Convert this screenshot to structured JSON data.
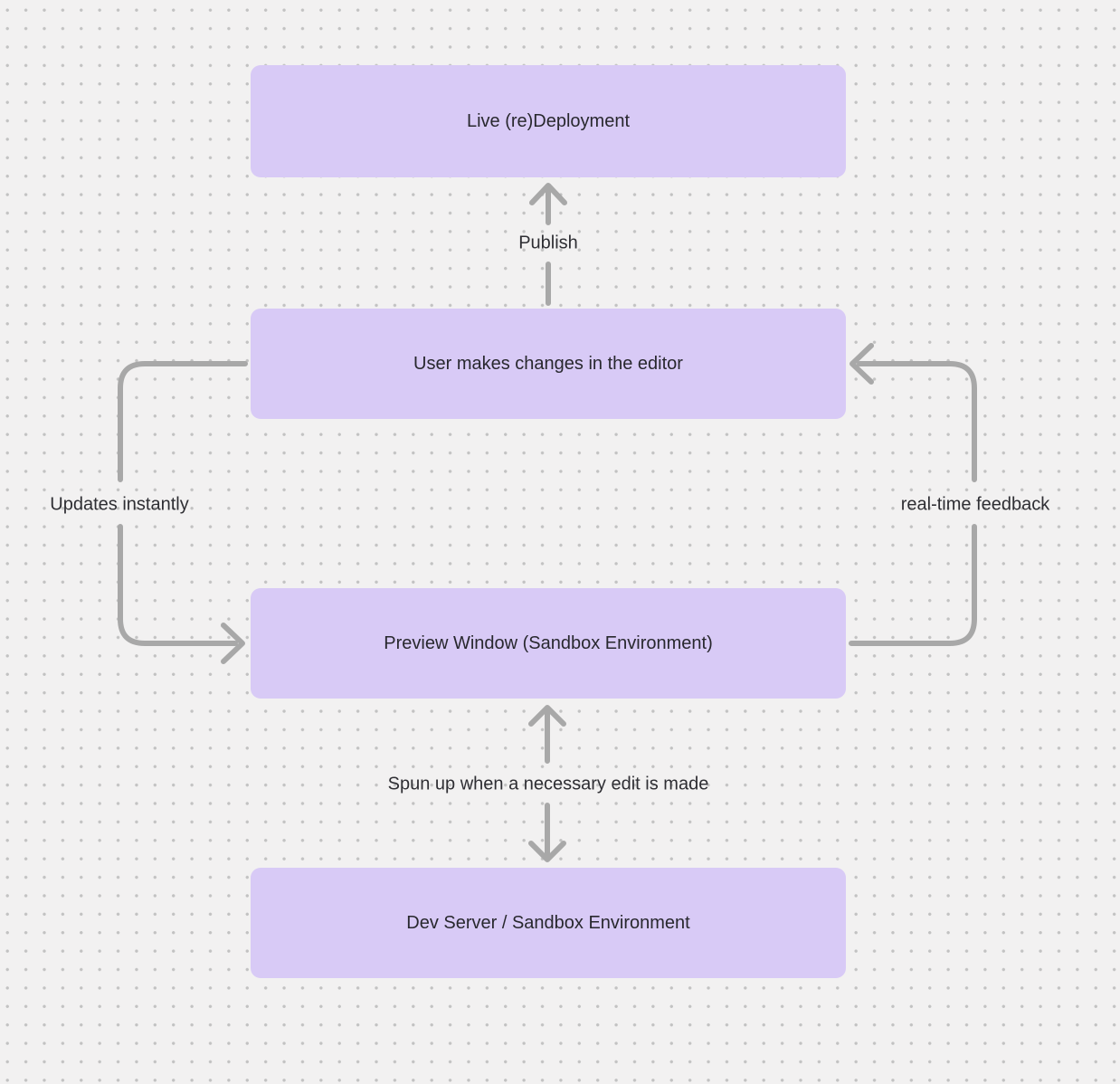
{
  "diagram": {
    "colors": {
      "canvas_background": "#f2f1f1",
      "grid_dot": "#c2c2c2",
      "node_fill": "#d8caf6",
      "node_text": "#28282e",
      "arrow_stroke": "#a8a8a8",
      "edge_label_text": "#2e2e33"
    },
    "nodes": [
      {
        "id": "live-redeployment",
        "label": "Live (re)Deployment"
      },
      {
        "id": "user-editor",
        "label": "User makes changes in the editor"
      },
      {
        "id": "preview-window",
        "label": "Preview Window (Sandbox Environment)"
      },
      {
        "id": "dev-server",
        "label": "Dev Server / Sandbox Environment"
      }
    ],
    "edges": [
      {
        "id": "publish",
        "label": "Publish",
        "from": "user-editor",
        "to": "live-redeployment",
        "direction": "up"
      },
      {
        "id": "updates-instantly",
        "label": "Updates instantly",
        "from": "user-editor",
        "to": "preview-window",
        "direction": "left-loop"
      },
      {
        "id": "real-time-feedback",
        "label": "real-time feedback",
        "from": "preview-window",
        "to": "user-editor",
        "direction": "right-loop"
      },
      {
        "id": "spun-up",
        "label": "Spun up when a necessary edit is made",
        "from": "preview-window",
        "to": "dev-server",
        "direction": "both"
      }
    ]
  }
}
